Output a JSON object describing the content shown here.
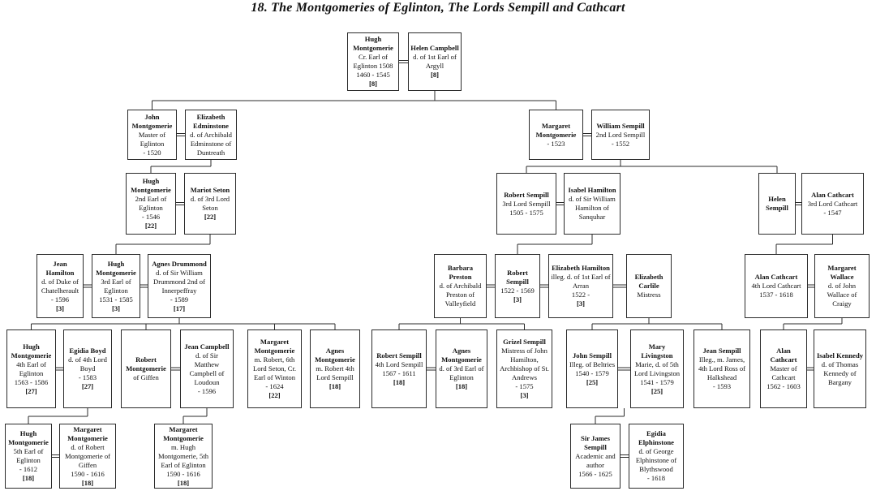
{
  "title": "18.  The Montgomeries of Eglinton, The Lords Sempill and Cathcart",
  "people": [
    {
      "id": "hugh1",
      "name": "Hugh Montgomerie",
      "details": [
        "Cr. Earl of Eglinton 1508",
        "1460 - 1545"
      ],
      "ref": "[8]"
    },
    {
      "id": "helen",
      "name": "Helen Campbell",
      "details": [
        "d. of 1st Earl of Argyll"
      ],
      "ref": "[8]"
    },
    {
      "id": "john2",
      "name": "John Montgomerie",
      "details": [
        "Master of Eglinton",
        "- 1520"
      ]
    },
    {
      "id": "elizedm",
      "name": "Elizabeth Edminstone",
      "details": [
        "d. of Archibald Edminstone of Duntreath"
      ]
    },
    {
      "id": "margaret2",
      "name": "Margaret Montgomerie",
      "details": [
        "- 1523"
      ]
    },
    {
      "id": "william2",
      "name": "William Sempill",
      "details": [
        "2nd Lord Sempill",
        "- 1552"
      ]
    },
    {
      "id": "hugh2nd",
      "name": "Hugh Montgomerie",
      "details": [
        "2nd Earl of Eglinton",
        "- 1546"
      ],
      "ref": "[22]"
    },
    {
      "id": "mariot",
      "name": "Mariot Seton",
      "details": [
        "d. of 3rd Lord Seton"
      ],
      "ref": "[22]"
    },
    {
      "id": "robert3rd",
      "name": "Robert Sempill",
      "details": [
        "3rd Lord Sempill",
        "1505 - 1575"
      ]
    },
    {
      "id": "isabelh",
      "name": "Isabel Hamilton",
      "details": [
        "d. of Sir William Hamilton of Sanquhar"
      ]
    },
    {
      "id": "helens",
      "name": "Helen Sempill",
      "details": []
    },
    {
      "id": "alan3rd",
      "name": "Alan Cathcart",
      "details": [
        "3rd Lord Cathcart",
        "- 1547"
      ]
    },
    {
      "id": "jeanh",
      "name": "Jean Hamilton",
      "details": [
        "d. of Duke of Chatelherault",
        "- 1596"
      ],
      "ref": "[3]"
    },
    {
      "id": "hugh3rd",
      "name": "Hugh Montgomerie",
      "details": [
        "3rd Earl of Eglinton",
        "1531 - 1585"
      ],
      "ref": "[3]"
    },
    {
      "id": "agnesd",
      "name": "Agnes Drummond",
      "details": [
        "d. of Sir William Drummond 2nd of Innerpeffray",
        "- 1589"
      ],
      "ref": "[17]"
    },
    {
      "id": "barbarap",
      "name": "Barbara Preston",
      "details": [
        "d. of Archibald Preston of Valleyfield"
      ]
    },
    {
      "id": "roberts_master",
      "name": "Robert Sempill",
      "details": [
        "1522 - 1569"
      ],
      "ref": "[3]"
    },
    {
      "id": "elizham",
      "name": "Elizabeth Hamilton",
      "details": [
        "illeg. d. of 1st Earl of Arran",
        "1522 -"
      ],
      "ref": "[3]"
    },
    {
      "id": "elizcar",
      "name": "Elizabeth Carlile",
      "details": [
        "Mistress"
      ]
    },
    {
      "id": "alan4th",
      "name": "Alan Cathcart",
      "details": [
        "4th Lord Cathcart",
        "1537 - 1618"
      ]
    },
    {
      "id": "margw",
      "name": "Margaret Wallace",
      "details": [
        "d. of John Wallace of Craigy"
      ]
    },
    {
      "id": "hugh4th",
      "name": "Hugh Montgomerie",
      "details": [
        "4th Earl of Eglinton",
        "1563 - 1586"
      ],
      "ref": "[27]"
    },
    {
      "id": "egidiab",
      "name": "Egidia Boyd",
      "details": [
        "d. of 4th Lord Boyd",
        "- 1583"
      ],
      "ref": "[27]"
    },
    {
      "id": "robertg",
      "name": "Robert Montgomerie",
      "details": [
        "of Giffen"
      ]
    },
    {
      "id": "jeanc",
      "name": "Jean Campbell",
      "details": [
        "d. of Sir Matthew Campbell of Loudoun",
        "- 1596"
      ]
    },
    {
      "id": "margseton",
      "name": "Margaret Montgomerie",
      "details": [
        "m. Robert, 6th Lord Seton, Cr. Earl of Winton",
        "- 1624"
      ],
      "ref": "[22]"
    },
    {
      "id": "agnesm_sempill",
      "name": "Agnes Montgomerie",
      "details": [
        "m. Robert 4th Lord Sempill"
      ],
      "ref": "[18]"
    },
    {
      "id": "robert4th",
      "name": "Robert Sempill",
      "details": [
        "4th Lord Sempill",
        "1567 - 1611"
      ],
      "ref": "[18]"
    },
    {
      "id": "agnesm_eglinton",
      "name": "Agnes Montgomerie",
      "details": [
        "d. of 3rd Earl of Eglinton"
      ],
      "ref": "[18]"
    },
    {
      "id": "grizel",
      "name": "Grizel Sempill",
      "details": [
        "Mistress of John Hamilton, Archbishop of St. Andrews",
        "- 1575"
      ],
      "ref": "[3]"
    },
    {
      "id": "johns",
      "name": "John Sempill",
      "details": [
        "Illeg. of Beltries",
        "1540 - 1579"
      ],
      "ref": "[25]"
    },
    {
      "id": "maryl",
      "name": "Mary Livingston",
      "details": [
        "Marie, d. of 5th Lord Livingston",
        "1541 - 1579"
      ],
      "ref": "[25]"
    },
    {
      "id": "jeans",
      "name": "Jean Sempill",
      "details": [
        "Illeg., m. James, 4th Lord Ross of Halkshead",
        "- 1593"
      ]
    },
    {
      "id": "alanm",
      "name": "Alan Cathcart",
      "details": [
        "Master of Cathcart",
        "1562 - 1603"
      ]
    },
    {
      "id": "isabelk",
      "name": "Isabel Kennedy",
      "details": [
        "d. of Thomas Kennedy of Bargany"
      ]
    },
    {
      "id": "hugh5th",
      "name": "Hugh Montgomerie",
      "details": [
        "5th Earl of Eglinton",
        "- 1612"
      ],
      "ref": "[18]"
    },
    {
      "id": "margg",
      "name": "Margaret Montgomerie",
      "details": [
        "d. of Robert Montgomerie of Giffen",
        "1590 - 1616"
      ],
      "ref": "[18]"
    },
    {
      "id": "margh",
      "name": "Margaret Montgomerie",
      "details": [
        "m. Hugh Montgomerie, 5th Earl of Eglinton",
        "1590 - 1616"
      ],
      "ref": "[18]"
    },
    {
      "id": "jamess",
      "name": "Sir James Sempill",
      "details": [
        "Academic and author",
        "1566 - 1625"
      ]
    },
    {
      "id": "egidiae",
      "name": "Egidia Elphinstone",
      "details": [
        "d. of George Elphinstone of Blythswood",
        "- 1618"
      ]
    }
  ],
  "marriages": [
    [
      "hugh1",
      "helen"
    ],
    [
      "john2",
      "elizedm"
    ],
    [
      "margaret2",
      "william2"
    ],
    [
      "hugh2nd",
      "mariot"
    ],
    [
      "robert3rd",
      "isabelh"
    ],
    [
      "helens",
      "alan3rd"
    ],
    [
      "jeanh",
      "hugh3rd"
    ],
    [
      "hugh3rd",
      "agnesd"
    ],
    [
      "barbarap",
      "roberts_master"
    ],
    [
      "roberts_master",
      "elizham"
    ],
    [
      "elizham",
      "elizcar"
    ],
    [
      "alan4th",
      "margw"
    ],
    [
      "hugh4th",
      "egidiab"
    ],
    [
      "robertg",
      "jeanc"
    ],
    [
      "robert4th",
      "agnesm_eglinton"
    ],
    [
      "johns",
      "maryl"
    ],
    [
      "alanm",
      "isabelk"
    ],
    [
      "hugh5th",
      "margg"
    ],
    [
      "jamess",
      "egidiae"
    ]
  ],
  "descents": [
    {
      "riser": "helen",
      "children": [
        "john2",
        "margaret2"
      ]
    },
    {
      "riser": "elizedm",
      "children": [
        "hugh2nd"
      ]
    },
    {
      "riser": "william2",
      "children": [
        "robert3rd",
        "helens"
      ]
    },
    {
      "riser": "mariot",
      "children": [
        "hugh3rd"
      ]
    },
    {
      "riser": "isabelh",
      "children": [
        "roberts_master"
      ]
    },
    {
      "riser": "alan3rd",
      "children": [
        "alan4th"
      ]
    },
    {
      "riser": "agnesd",
      "children": [
        "hugh4th",
        "robertg",
        "margseton",
        "agnesm_sempill"
      ]
    },
    {
      "riser": "barbarap",
      "children": [
        "robert4th",
        "grizel"
      ]
    },
    {
      "riser": "elizcar",
      "children": [
        "johns",
        "jeans"
      ]
    },
    {
      "riser": "margw",
      "children": [
        "alanm"
      ]
    },
    {
      "riser": "egidiab",
      "children": [
        "hugh5th"
      ]
    },
    {
      "riser": "jeanc",
      "children": [
        "margh"
      ]
    },
    {
      "riser": "gap:johns,maryl",
      "children": [
        "jamess"
      ]
    }
  ],
  "colors": {
    "line": "#2b2b2b",
    "text": "#111111",
    "box_bg": "#ffffff"
  }
}
